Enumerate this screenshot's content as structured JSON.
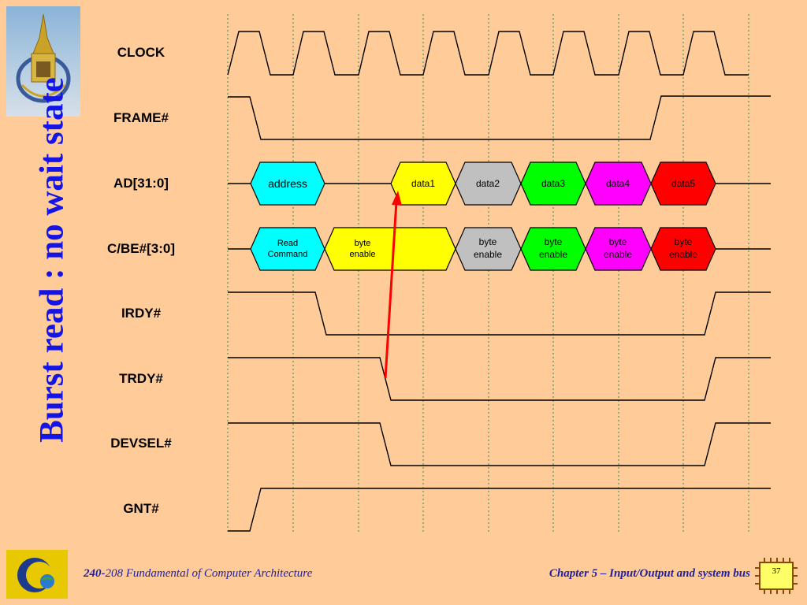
{
  "slide": {
    "title": "Burst read : no wait state",
    "footer_course_num": "240-",
    "footer_course": "208 Fundamental of Computer Architecture",
    "footer_chapter": "Chapter 5 – Input/Output and system bus",
    "page_number": "37"
  },
  "signals": [
    {
      "id": "clock",
      "label": "CLOCK"
    },
    {
      "id": "frame",
      "label": "FRAME#"
    },
    {
      "id": "ad",
      "label": "AD[31:0]"
    },
    {
      "id": "cbe",
      "label": "C/BE#[3:0]"
    },
    {
      "id": "irdy",
      "label": "IRDY#"
    },
    {
      "id": "trdy",
      "label": "TRDY#"
    },
    {
      "id": "devsel",
      "label": "DEVSEL#"
    },
    {
      "id": "gnt",
      "label": "GNT#"
    }
  ],
  "ad_phases": [
    {
      "lines": [
        "address"
      ],
      "color": "#00FFFF"
    },
    {
      "lines": [
        "data1"
      ],
      "color": "#FFFF00"
    },
    {
      "lines": [
        "data2"
      ],
      "color": "#C0C0C0"
    },
    {
      "lines": [
        "data3"
      ],
      "color": "#00FF00"
    },
    {
      "lines": [
        "data4"
      ],
      "color": "#FF00FF"
    },
    {
      "lines": [
        "data5"
      ],
      "color": "#FF0000"
    }
  ],
  "cbe_phases": [
    {
      "lines": [
        "Read",
        "Command"
      ],
      "color": "#00FFFF"
    },
    {
      "lines": [
        "byte",
        "enable"
      ],
      "color": "#FFFF00"
    },
    {
      "lines": [
        "byte",
        "enable"
      ],
      "color": "#C0C0C0"
    },
    {
      "lines": [
        "byte",
        "enable"
      ],
      "color": "#00FF00"
    },
    {
      "lines": [
        "byte",
        "enable"
      ],
      "color": "#FF00FF"
    },
    {
      "lines": [
        "byte",
        "enable"
      ],
      "color": "#FF0000"
    }
  ],
  "colors": {
    "background": "#FFCC99",
    "title": "#1414E6",
    "footer_text": "#2020A0",
    "arrow": "#FF0000",
    "gridline": "#2E8B57"
  },
  "icons": [
    "logo-emblem",
    "footer-logo",
    "chip-icon"
  ]
}
